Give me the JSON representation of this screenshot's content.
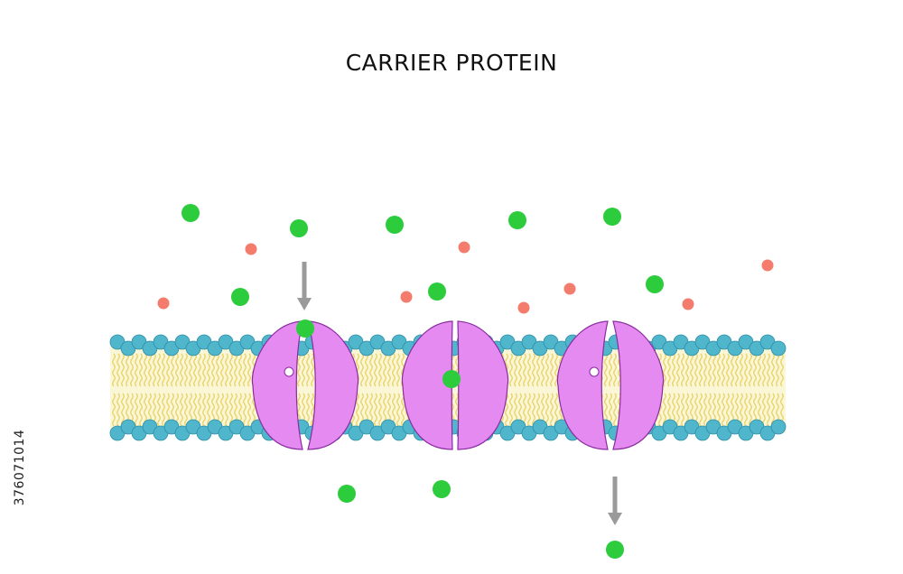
{
  "title": "CARRIER PROTEIN",
  "stock_id": "376071014",
  "colors": {
    "solute": "#2ccc3c",
    "ion": "#f47c6c",
    "lipid_head": "#4fb6cc",
    "lipid_head_edge": "#2e8ea6",
    "lipid_tail": "#e8d46a",
    "membrane_core": "#fbf6d6",
    "protein": "#e48af0",
    "protein_edge": "#8a2ca0",
    "arrow": "#9a9a9a"
  },
  "legend_icons": {
    "solute": "green-solute-molecule",
    "ion": "red-ion-particle",
    "carrier": "carrier-protein",
    "arrow": "transport-direction-arrow"
  }
}
